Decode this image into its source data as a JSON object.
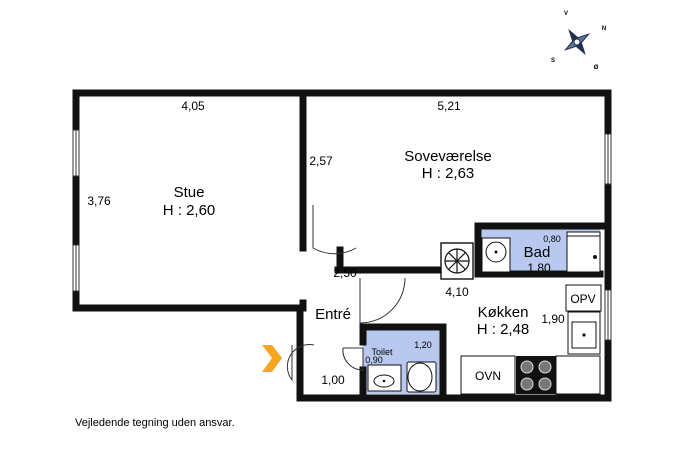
{
  "rooms": {
    "stue": {
      "name": "Stue",
      "height": "H : 2,60"
    },
    "sovevaerelse": {
      "name": "Soveværelse",
      "height": "H : 2,63"
    },
    "entre": {
      "name": "Entré"
    },
    "kokken": {
      "name": "Køkken",
      "height": "H : 2,48"
    },
    "bad": {
      "name": "Bad"
    },
    "toilet": {
      "name": "Toilet"
    }
  },
  "dimensions": {
    "stue_width": "4,05",
    "stue_depth": "3,76",
    "sove_width": "5,21",
    "sove_depth": "2,57",
    "entre_width": "2,50",
    "kokken_width": "4,10",
    "kokken_depth": "1,90",
    "bad_width": "0,80",
    "bad_depth": "1,80",
    "toilet_width": "0,90",
    "toilet_depth": "1,20",
    "entrance_width": "1,00"
  },
  "appliances": {
    "opv": "OPV",
    "ovn": "OVN"
  },
  "compass": {
    "north": "N",
    "south": "S",
    "east": "Ø",
    "west": "V"
  },
  "disclaimer": "Vejledende tegning uden ansvar.",
  "colors": {
    "wall": "#111111",
    "wet_room": "#b8c8ee",
    "entrance_arrow": "#f5a623",
    "window": "#ffffff"
  }
}
